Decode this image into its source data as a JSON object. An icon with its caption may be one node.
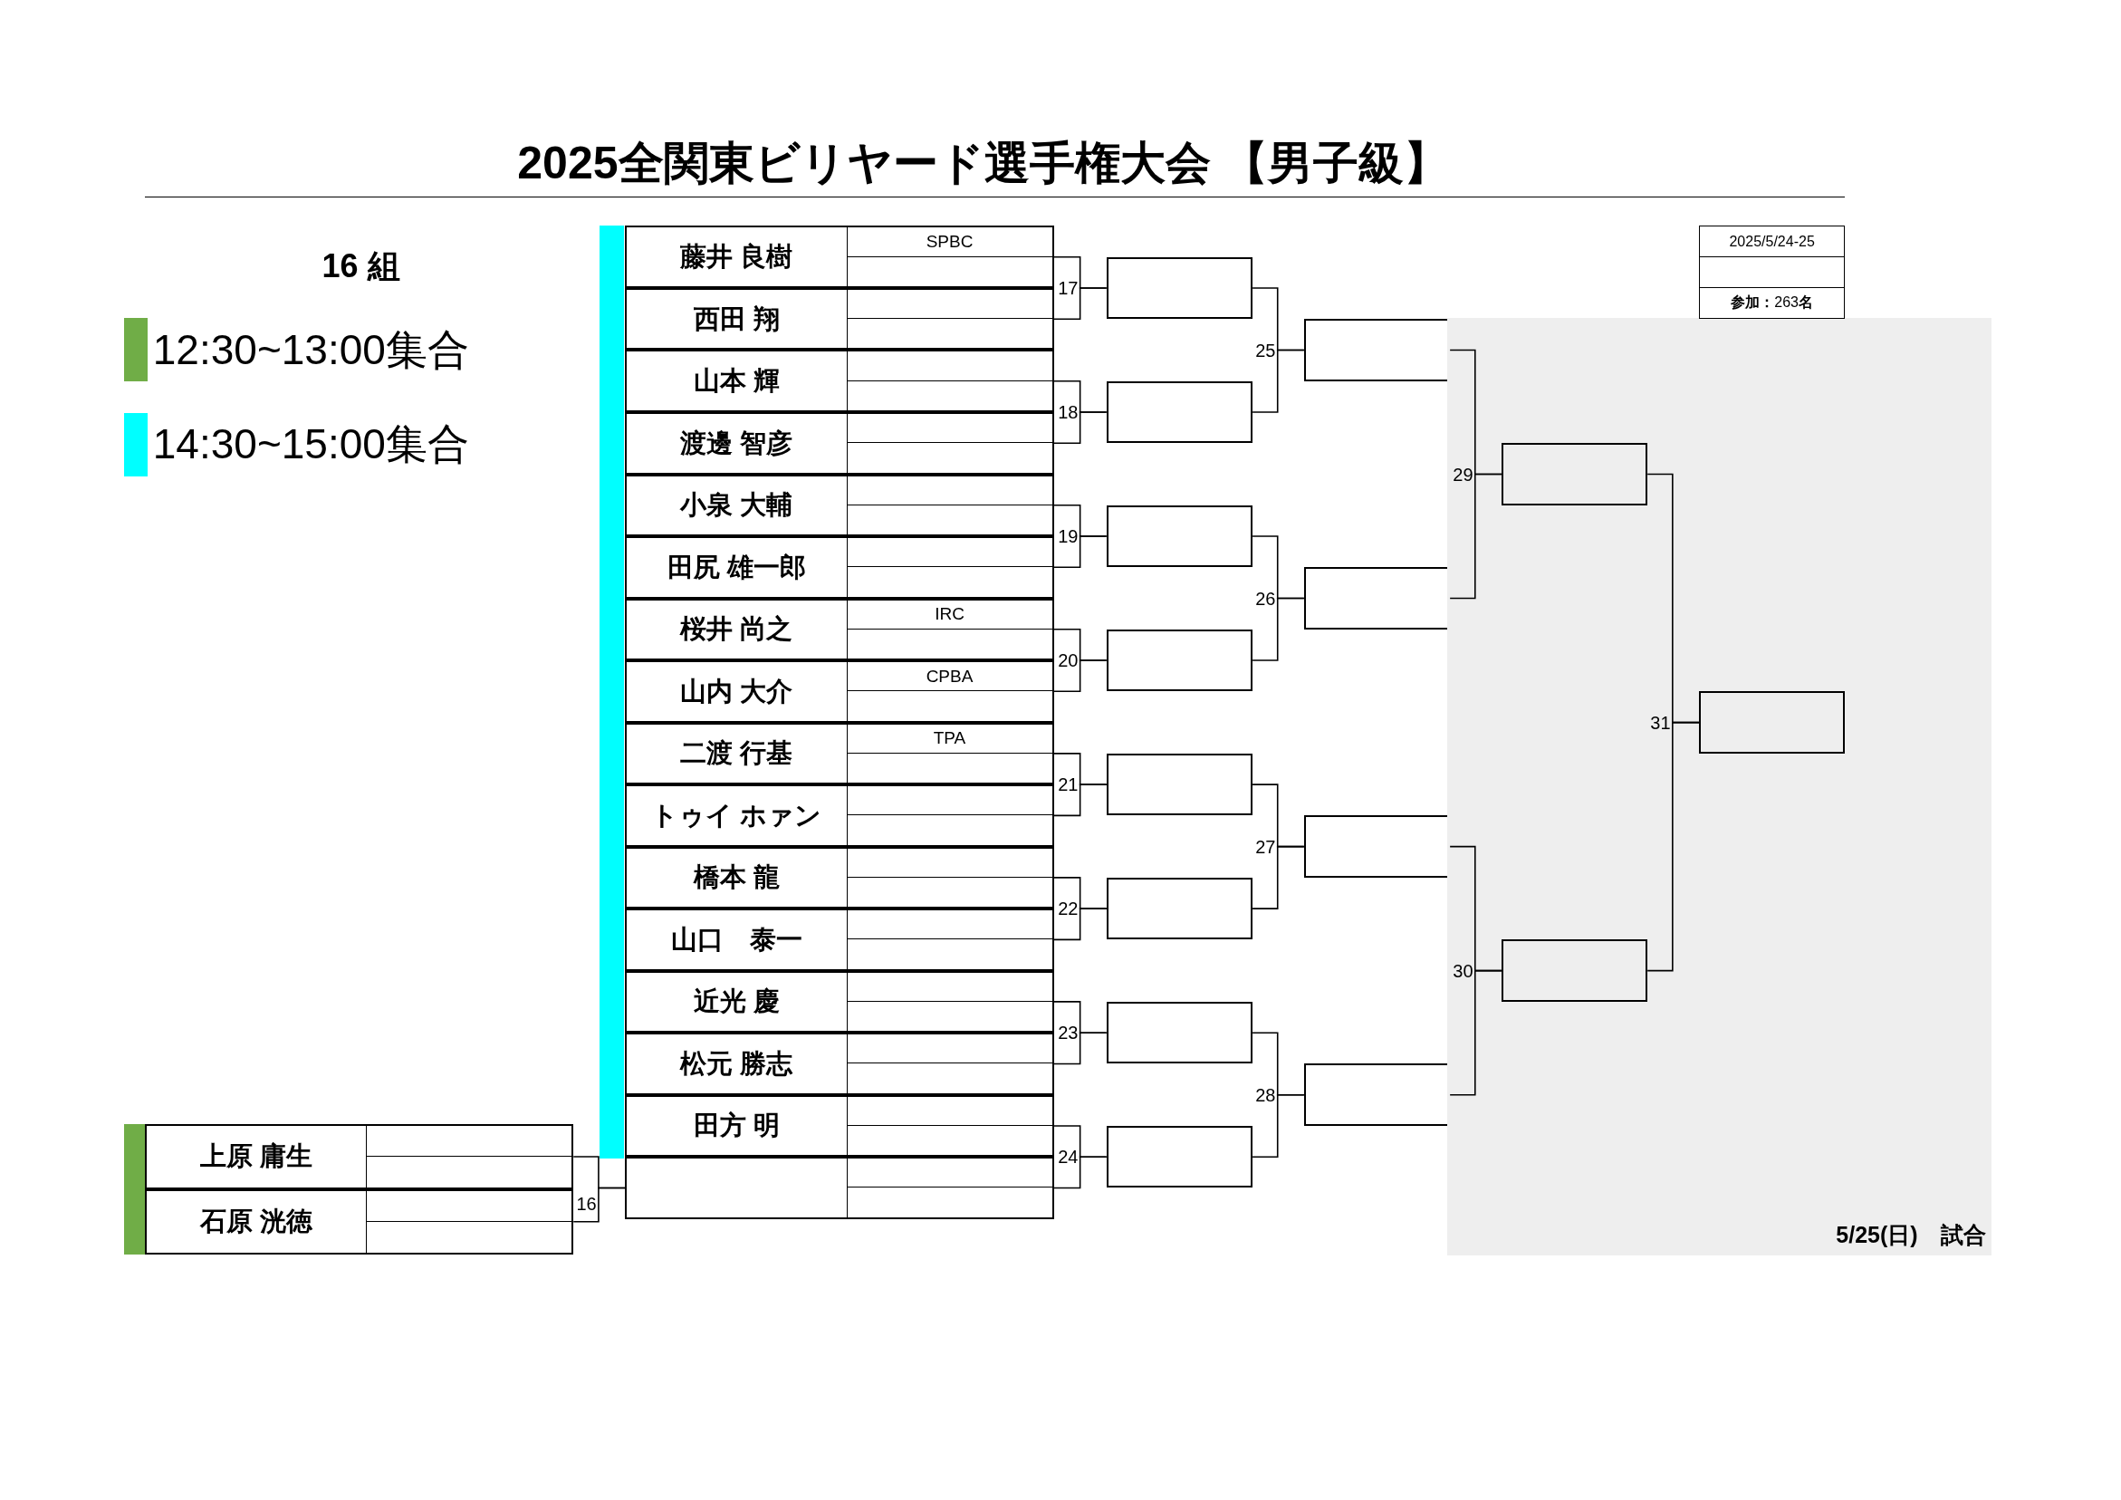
{
  "diagram": {
    "title": "2025全関東ビリヤード選手権大会 【男子級】",
    "nodes": [
      {
        "text": [
          "藤井 良樹",
          "SPBC"
        ]
      },
      {
        "text": [
          "西田 翔"
        ]
      },
      {
        "text": [
          "山本 輝"
        ]
      },
      {
        "text": [
          "渡邊 智彦"
        ]
      },
      {
        "text": [
          "小泉 大輔"
        ]
      },
      {
        "text": [
          "田尻 雄一郎"
        ]
      },
      {
        "text": [
          "桜井 尚之",
          "IRC"
        ]
      },
      {
        "text": [
          "山内 大介",
          "CPBA"
        ]
      },
      {
        "text": [
          "二渡 行基",
          "TPA"
        ]
      },
      {
        "text": [
          "トゥイ ホァン"
        ]
      },
      {
        "text": [
          "橋本 龍"
        ]
      },
      {
        "text": [
          "山口　泰一"
        ]
      },
      {
        "text": [
          "近光 慶"
        ]
      },
      {
        "text": [
          "松元 勝志"
        ]
      },
      {
        "text": [
          "田方 明"
        ]
      },
      {
        "text": [],
        "shape": "box"
      },
      {
        "text": [
          "上原 庸生"
        ]
      },
      {
        "text": [
          "石原 洸徳"
        ]
      },
      {
        "text": [],
        "shape": "box"
      },
      {
        "text": [],
        "shape": "box"
      },
      {
        "text": [],
        "shape": "box"
      },
      {
        "text": [],
        "shape": "box"
      },
      {
        "text": [],
        "shape": "box"
      },
      {
        "text": [],
        "shape": "box"
      },
      {
        "text": [],
        "shape": "box"
      },
      {
        "text": [],
        "shape": "box"
      },
      {
        "text": [],
        "shape": "box"
      },
      {
        "text": [],
        "shape": "box"
      },
      {
        "text": [],
        "shape": "box"
      },
      {
        "text": [],
        "shape": "box"
      },
      {
        "text": [
          "5/25(日)　試合"
        ]
      },
      {
        "text": [],
        "shape": "box",
        "in": 30
      },
      {
        "text": [],
        "shape": "box",
        "in": 30
      },
      {
        "text": [],
        "shape": "box",
        "in": 30
      },
      {
        "text": [
          "2025/5/24-25",
          "**参加：**263**名**"
        ]
      }
    ],
    "edges": [
      {
        "from": 16,
        "to": 15,
        "arrow": "none"
      },
      {
        "from": 17,
        "to": 15,
        "arrow": "none"
      },
      {
        "from": 0,
        "to": 18,
        "arrow": "none"
      },
      {
        "from": 1,
        "to": 18,
        "arrow": "none"
      },
      {
        "from": 2,
        "to": 19,
        "arrow": "none"
      },
      {
        "from": 3,
        "to": 19,
        "arrow": "none"
      },
      {
        "from": 4,
        "to": 20,
        "arrow": "none"
      },
      {
        "from": 5,
        "to": 20,
        "arrow": "none"
      },
      {
        "from": 6,
        "to": 21,
        "arrow": "none"
      },
      {
        "from": 7,
        "to": 21,
        "arrow": "none"
      },
      {
        "from": 8,
        "to": 22,
        "arrow": "none"
      },
      {
        "from": 9,
        "to": 22,
        "arrow": "none"
      },
      {
        "from": 10,
        "to": 23,
        "arrow": "none"
      },
      {
        "from": 11,
        "to": 23,
        "arrow": "none"
      },
      {
        "from": 12,
        "to": 24,
        "arrow": "none"
      },
      {
        "from": 13,
        "to": 24,
        "arrow": "none"
      },
      {
        "from": 14,
        "to": 25,
        "arrow": "none"
      },
      {
        "from": 15,
        "to": 25,
        "arrow": "none"
      },
      {
        "from": 18,
        "to": 26,
        "arrow": "none"
      },
      {
        "from": 19,
        "to": 26,
        "arrow": "none"
      },
      {
        "from": 20,
        "to": 27,
        "arrow": "none"
      },
      {
        "from": 21,
        "to": 27,
        "arrow": "none"
      },
      {
        "from": 22,
        "to": 28,
        "arrow": "none"
      },
      {
        "from": 23,
        "to": 28,
        "arrow": "none"
      },
      {
        "from": 24,
        "to": 29,
        "arrow": "none"
      },
      {
        "from": 25,
        "to": 29,
        "arrow": "none"
      },
      {
        "from": 26,
        "to": 31,
        "arrow": "none"
      },
      {
        "from": 27,
        "to": 31,
        "arrow": "none"
      },
      {
        "from": 28,
        "to": 32,
        "arrow": "none"
      },
      {
        "from": 29,
        "to": 32,
        "arrow": "none"
      },
      {
        "from": 31,
        "to": 33,
        "arrow": "none"
      },
      {
        "from": 32,
        "to": 33,
        "arrow": "none"
      }
    ],
    "labels": [
      "16 組",
      "17",
      "25",
      "18",
      "29",
      "19",
      "26",
      "20",
      "31",
      "21",
      "27",
      "22",
      "30",
      "23",
      "28",
      "24",
      "16"
    ],
    "legend": [
      {
        "text": "12:30~13:00集合",
        "color": "#70ad47"
      },
      {
        "text": "14:30~15:00集合",
        "color": "#00ffff"
      }
    ]
  }
}
